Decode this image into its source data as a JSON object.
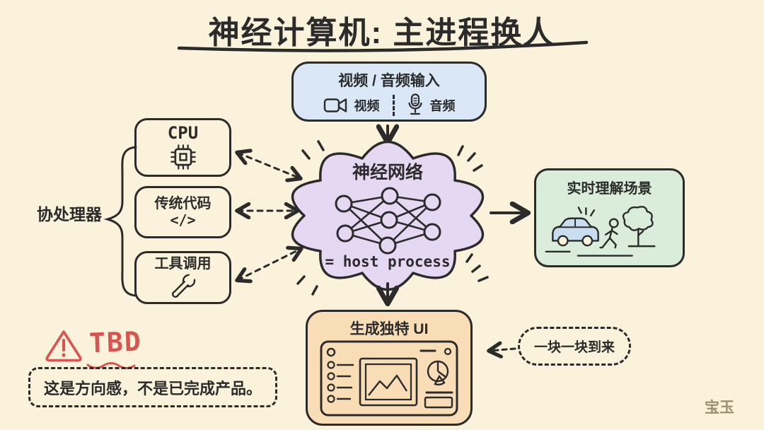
{
  "title": "神经计算机: 主进程换人",
  "input_box": {
    "title": "视频 / 音频输入",
    "video_label": "视频",
    "audio_label": "音频",
    "icons": [
      "video-camera-icon",
      "microphone-icon"
    ]
  },
  "coprocessor": {
    "label": "协处理器",
    "items": [
      {
        "label": "CPU",
        "icon": "cpu-chip-icon"
      },
      {
        "label": "传统代码",
        "symbol": "</>",
        "icon": "code-brackets"
      },
      {
        "label": "工具调用",
        "icon": "wrench-icon"
      }
    ]
  },
  "cloud": {
    "title": "神经网络",
    "caption": "= host process",
    "icon": "neural-network-diagram"
  },
  "scene_box": {
    "title": "实时理解场景",
    "icons": [
      "car-icon",
      "pedestrian-icon",
      "tree-icon"
    ]
  },
  "ui_box": {
    "title": "生成独特 UI",
    "icon": "ui-wireframe-mockup"
  },
  "stream_note": {
    "label": "一块一块到来"
  },
  "tbd": {
    "label": "TBD",
    "icon": "warning-triangle-icon",
    "note": "这是方向感，不是已完成产品。"
  },
  "watermark": "宝玉",
  "colors": {
    "background": "#FBF2DB",
    "ink": "#2B2B2B",
    "input_blue": "#D9E7F6",
    "cloud_purple": "#E6D8F2",
    "scene_green": "#DAECDA",
    "ui_peach": "#F8DDB6",
    "car_blue": "#C9DDF1",
    "accent_red": "#D9534F",
    "watermark_gray": "#9C8F74"
  }
}
